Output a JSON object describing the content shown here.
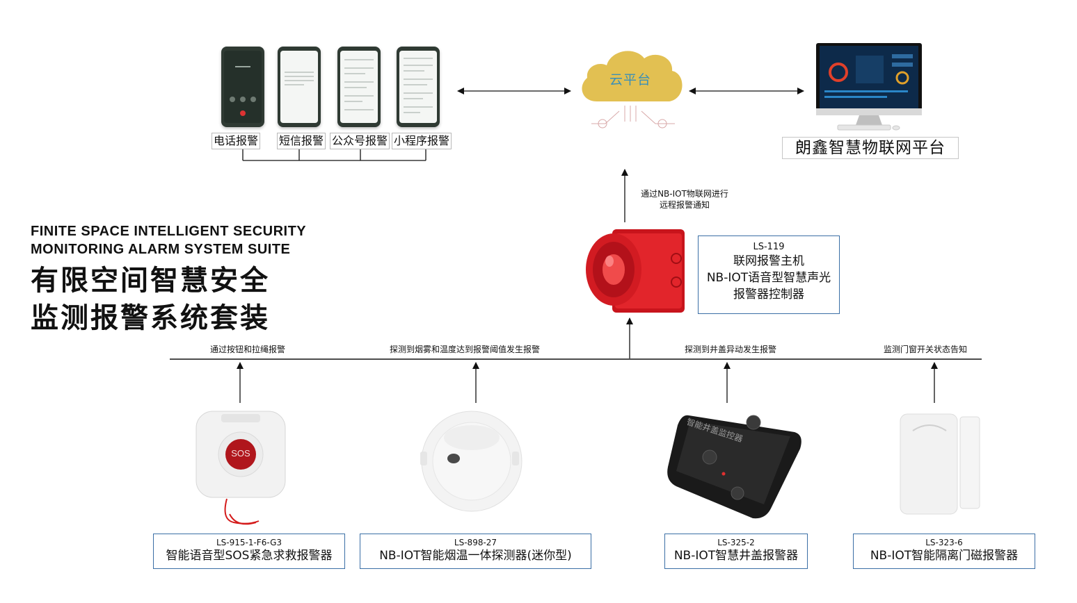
{
  "alert_channels": [
    "电话报警",
    "短信报警",
    "公众号报警",
    "小程序报警"
  ],
  "cloud_label": "云平台",
  "platform_name": "朗鑫智慧物联网平台",
  "nb_iot_note": [
    "通过NB-IOT物联网进行",
    "远程报警通知"
  ],
  "title_en": [
    "FINITE SPACE INTELLIGENT SECURITY",
    "MONITORING ALARM SYSTEM SUITE"
  ],
  "title_cn": [
    "有限空间智慧安全",
    "监测报警系统套装"
  ],
  "controller": {
    "model": "LS-119",
    "name_lines": [
      "联网报警主机",
      "NB-IOT语音型智慧声光",
      "报警器控制器"
    ]
  },
  "detectors": [
    {
      "trigger": "通过按钮和拉绳报警",
      "model": "LS-915-1-F6-G3",
      "name": "智能语音型SOS紧急求救报警器",
      "button_text": "SOS"
    },
    {
      "trigger": "探测到烟雾和温度达到报警阈值发生报警",
      "model": "LS-898-27",
      "name": "NB-IOT智能烟温一体探测器(迷你型)"
    },
    {
      "trigger": "探测到井盖异动发生报警",
      "model": "LS-325-2",
      "name": "NB-IOT智慧井盖报警器",
      "device_text": "智能井盖监控器"
    },
    {
      "trigger": "监测门窗开关状态告知",
      "model": "LS-323-6",
      "name": "NB-IOT智能隔离门磁报警器"
    }
  ],
  "colors": {
    "cloud": "#e2c052",
    "cloud_text": "#3a8fb7",
    "box_border": "#3a6ea5",
    "siren_red": "#d81e1e"
  }
}
